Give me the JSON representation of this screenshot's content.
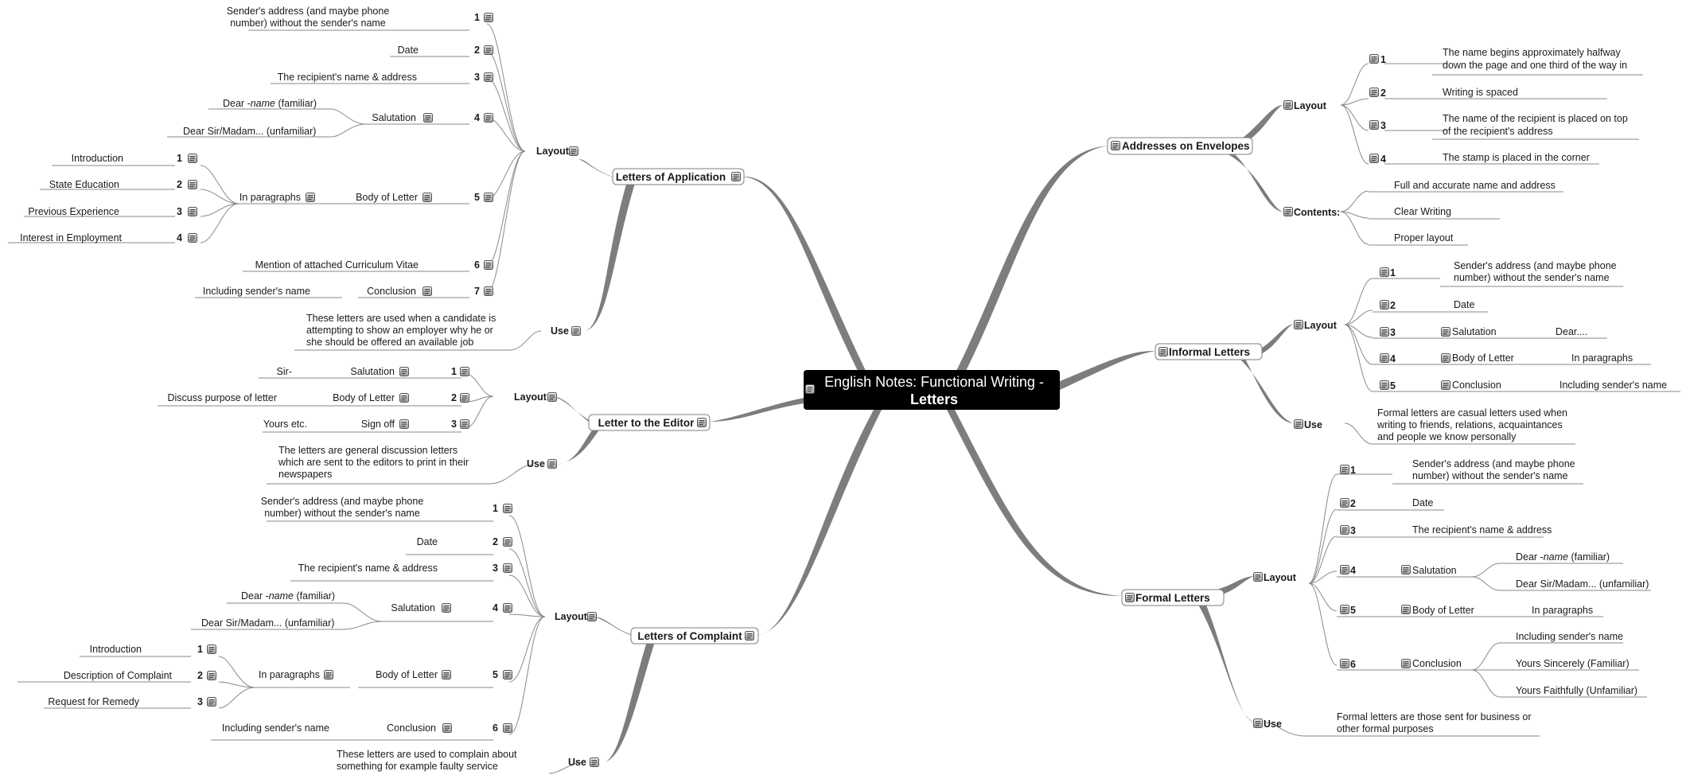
{
  "central": {
    "line1": "English Notes: Functional Writing -",
    "line2": "Letters"
  },
  "application": {
    "title": "Letters of Application",
    "layout_label": "Layout",
    "use_label": "Use",
    "items": [
      {
        "num": "1",
        "text1": "Sender's address (and maybe phone",
        "text2": "number) without the sender's name"
      },
      {
        "num": "2",
        "text1": "Date"
      },
      {
        "num": "3",
        "text1": "The recipient's name & address"
      },
      {
        "num": "4",
        "text1": "Salutation"
      },
      {
        "num": "5",
        "text1": "Body of Letter"
      },
      {
        "num": "6",
        "text1": "Mention of attached Curriculum Vitae"
      },
      {
        "num": "7",
        "text1": "Conclusion"
      }
    ],
    "salutation": [
      "Dear -",
      "name",
      " (familiar)",
      "Dear Sir/Madam... (unfamiliar)"
    ],
    "paragraphs_label": "In paragraphs",
    "paragraphs": [
      {
        "num": "1",
        "text": "Introduction"
      },
      {
        "num": "2",
        "text": "State Education"
      },
      {
        "num": "3",
        "text": "Previous Experience"
      },
      {
        "num": "4",
        "text": "Interest in Employment"
      }
    ],
    "conclusion_child": "Including sender's name",
    "use_text": [
      "These letters are used when a candidate is",
      "attempting to show an employer why he or",
      "she should be offered an available job"
    ]
  },
  "editor": {
    "title": "Letter to the Editor",
    "layout_label": "Layout",
    "use_label": "Use",
    "items": [
      {
        "num": "1",
        "text": "Salutation",
        "child": "Sir-"
      },
      {
        "num": "2",
        "text": "Body of Letter",
        "child": "Discuss purpose of letter"
      },
      {
        "num": "3",
        "text": "Sign off",
        "child": "Yours etc."
      }
    ],
    "use_text": [
      "The letters are general discussion letters",
      "which are sent to the editors to print in their",
      "newspapers"
    ]
  },
  "complaint": {
    "title": "Letters of Complaint",
    "layout_label": "Layout",
    "use_label": "Use",
    "items": [
      {
        "num": "1",
        "text1": "Sender's address (and maybe phone",
        "text2": "number) without the sender's name"
      },
      {
        "num": "2",
        "text1": "Date"
      },
      {
        "num": "3",
        "text1": "The recipient's name & address"
      },
      {
        "num": "4",
        "text1": "Salutation"
      },
      {
        "num": "5",
        "text1": "Body of Letter"
      },
      {
        "num": "6",
        "text1": "Conclusion"
      }
    ],
    "salutation": [
      "Dear -",
      "name",
      " (familiar)",
      "Dear Sir/Madam... (unfamiliar)"
    ],
    "paragraphs_label": "In paragraphs",
    "paragraphs": [
      {
        "num": "1",
        "text": "Introduction"
      },
      {
        "num": "2",
        "text": "Description of Complaint"
      },
      {
        "num": "3",
        "text": "Request for Remedy"
      }
    ],
    "conclusion_child": "Including sender's name",
    "use_text": [
      "These letters are used to complain about",
      "something for example faulty service"
    ]
  },
  "envelopes": {
    "title": "Addresses on Envelopes",
    "layout_label": "Layout",
    "contents_label": "Contents:",
    "layout_items": [
      {
        "num": "1",
        "text1": "The name begins approximately halfway",
        "text2": "down the page and one third of the way in"
      },
      {
        "num": "2",
        "text1": "Writing is spaced"
      },
      {
        "num": "3",
        "text1": "The name of the recipient is placed on top",
        "text2": "of the recipient's address"
      },
      {
        "num": "4",
        "text1": "The stamp is placed in the corner"
      }
    ],
    "contents_items": [
      "Full and accurate name and address",
      "Clear Writing",
      "Proper layout"
    ]
  },
  "informal": {
    "title": "Informal Letters",
    "layout_label": "Layout",
    "use_label": "Use",
    "items": [
      {
        "num": "1",
        "text1": "Sender's address (and maybe phone",
        "text2": "number) without the sender's name"
      },
      {
        "num": "2",
        "text1": "Date"
      },
      {
        "num": "3",
        "text1": "Salutation",
        "child": "Dear...."
      },
      {
        "num": "4",
        "text1": "Body of Letter",
        "child": "In paragraphs"
      },
      {
        "num": "5",
        "text1": "Conclusion",
        "child": "Including sender's name"
      }
    ],
    "use_text": [
      "Formal letters are casual letters used when",
      "writing to friends, relations, acquaintances",
      "and people we know personally"
    ]
  },
  "formal": {
    "title": "Formal Letters",
    "layout_label": "Layout",
    "use_label": "Use",
    "items": [
      {
        "num": "1",
        "text1": "Sender's address (and maybe phone",
        "text2": "number) without the sender's name"
      },
      {
        "num": "2",
        "text1": "Date"
      },
      {
        "num": "3",
        "text1": "The recipient's name & address"
      },
      {
        "num": "4",
        "text1": "Salutation"
      },
      {
        "num": "5",
        "text1": "Body of Letter"
      },
      {
        "num": "6",
        "text1": "Conclusion"
      }
    ],
    "salutation": [
      "Dear -",
      "name",
      " (familiar)",
      "Dear Sir/Madam... (unfamiliar)"
    ],
    "body_child": "In paragraphs",
    "conclusion_children": [
      "Including sender's name",
      "Yours Sincerely (Familiar)",
      "Yours Faithfully (Unfamiliar)"
    ],
    "use_text": [
      "Formal letters are those sent for business or",
      "other formal purposes"
    ]
  },
  "colors": {
    "branch": "#7a7a7a",
    "line": "#8a8a8a",
    "central_bg": "#000000",
    "node_border": "#7f7f7f"
  },
  "icon_name": "note-icon"
}
